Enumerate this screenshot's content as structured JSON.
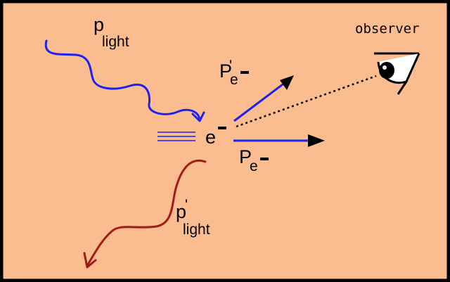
{
  "colors": {
    "background": "#fbbd8f",
    "border": "#000000",
    "incoming_light": "#1c23f0",
    "scattered_light": "#a11b1b",
    "momentum_arrow": "#1c23f0"
  },
  "labels": {
    "incoming_light": {
      "symbol": "p",
      "subscript": "light"
    },
    "scattered_light": {
      "symbol": "p",
      "prime": "'",
      "subscript": "light"
    },
    "electron": {
      "symbol": "e",
      "superscript": "-"
    },
    "electron_momentum_after": {
      "symbol": "P",
      "prime": "'",
      "subscript": "e",
      "charge": "-"
    },
    "electron_momentum_before": {
      "symbol": "P",
      "subscript": "e",
      "charge": "-"
    },
    "observer": "observer"
  },
  "icons": [
    "eye-icon"
  ]
}
